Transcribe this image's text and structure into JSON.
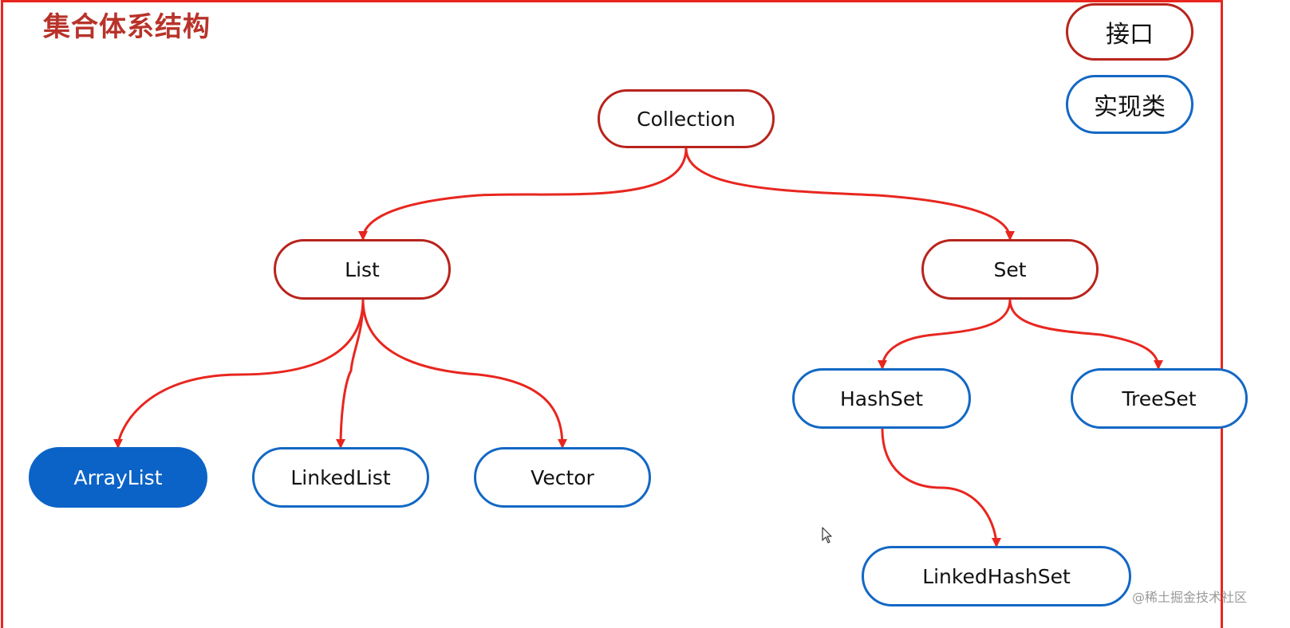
{
  "title": "集合体系结构",
  "legend": {
    "interface_label": "接口",
    "impl_label": "实现类"
  },
  "nodes": {
    "collection": "Collection",
    "list": "List",
    "set": "Set",
    "arraylist": "ArrayList",
    "linkedlist": "LinkedList",
    "vector": "Vector",
    "hashset": "HashSet",
    "treeset": "TreeSet",
    "linkedhashset": "LinkedHashSet"
  },
  "watermark": "@稀土掘金技术社区",
  "colors": {
    "interface_border": "#b8241c",
    "impl_border": "#1368c4",
    "selected_fill": "#0b63c7",
    "edge": "#e8261f",
    "title": "#b8332a"
  }
}
